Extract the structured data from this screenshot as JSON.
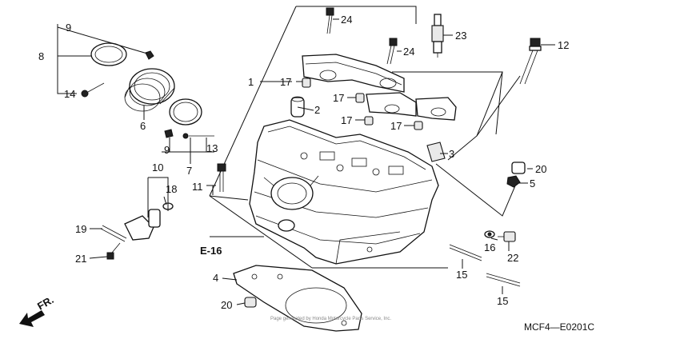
{
  "diagram": {
    "callouts": {
      "c1": "1",
      "c2": "2",
      "c3": "3",
      "c4": "4",
      "c5": "5",
      "c6": "6",
      "c7": "7",
      "c8": "8",
      "c9a": "9",
      "c9b": "9",
      "c10": "10",
      "c11": "11",
      "c12": "12",
      "c13": "13",
      "c14": "14",
      "c15a": "15",
      "c15b": "15",
      "c16": "16",
      "c17a": "17",
      "c17b": "17",
      "c17c": "17",
      "c17d": "17",
      "c18": "18",
      "c19": "19",
      "c20a": "20",
      "c20b": "20",
      "c21": "21",
      "c22": "22",
      "c23": "23",
      "c24a": "24",
      "c24b": "24"
    },
    "reference": "E-16",
    "direction": "FR.",
    "diagram_code": "MCF4—E0201C",
    "watermark": "Page generated by Honda Motorcycle Parts Service, Inc."
  }
}
